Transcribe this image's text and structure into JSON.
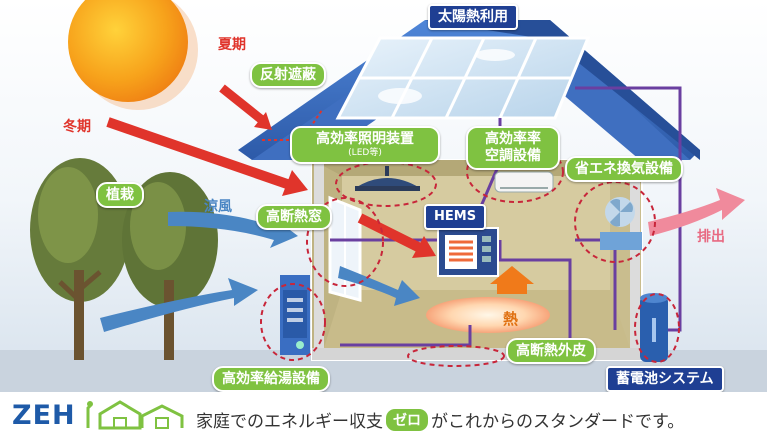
{
  "labels": {
    "solar_use": "太陽熱利用",
    "summer": "夏期",
    "winter": "冬期",
    "reflect_shade": "反射遮蔽",
    "lighting": "高効率照明装置",
    "lighting_sub": "(LED等)",
    "ac_line1": "高効率率",
    "ac_line2": "空調設備",
    "ventilation": "省エネ換気設備",
    "planting": "植栽",
    "cool_breeze": "涼風",
    "insulated_window": "高断熱窓",
    "hems": "HEMS",
    "exhaust": "排出",
    "heat": "熱",
    "insulated_skin": "高断熱外皮",
    "water_heater": "高効率給湯設備",
    "battery": "蓄電池システム"
  },
  "footer": {
    "logo_text": "ZEH",
    "tagline_before": "家庭でのエネルギー収支",
    "zero_word": "ゼロ",
    "tagline_after": "がこれからのスタンダードです。"
  },
  "colors": {
    "green_label": "#7fc241",
    "blue_label": "#1f3f93",
    "sun": "#f39a1e",
    "roof": "#3f6fc0",
    "wall": "#d1c496",
    "arrow_red": "#e0342b",
    "arrow_blue": "#4a86c4",
    "arrow_pink": "#f08a9c",
    "wire_purple": "#6a3fa0"
  },
  "icons": [
    "sun-icon",
    "tree-icon",
    "solar-panel-icon",
    "ceiling-light-icon",
    "air-conditioner-icon",
    "ventilation-fan-icon",
    "hems-panel-icon",
    "water-heater-icon",
    "battery-icon",
    "house-icon",
    "plug-icon"
  ]
}
